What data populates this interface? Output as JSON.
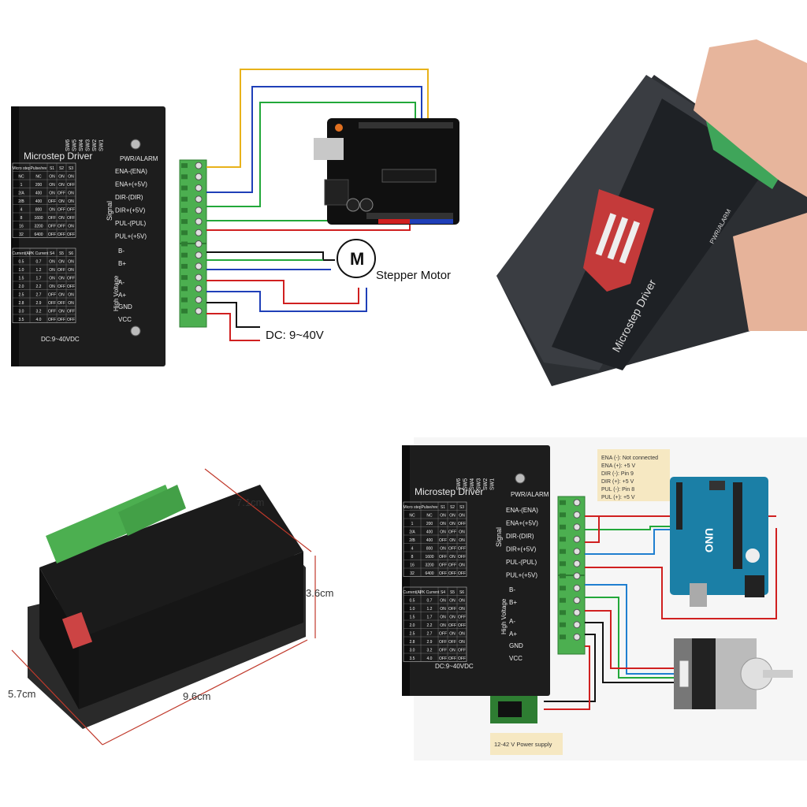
{
  "driver": {
    "title": "Microstep Driver",
    "sw_labels": [
      "SW6",
      "SW5",
      "SW4",
      "SW3",
      "SW2",
      "SW1"
    ],
    "pwr_label": "PWR/ALARM",
    "signal_group": "Signal",
    "hv_group": "High Voltage",
    "signal_pins": [
      "ENA-(ENA)",
      "ENA+(+5V)",
      "DIR-(DIR)",
      "DIR+(+5V)",
      "PUL-(PUL)",
      "PUL+(+5V)"
    ],
    "hv_pins": [
      "B-",
      "B+",
      "A-",
      "A+",
      "GND",
      "VCC"
    ],
    "dc_rating": "DC:9~40VDC",
    "step_table": {
      "headers": [
        "Micro step",
        "Pulse/rev",
        "S1",
        "S2",
        "S3"
      ],
      "rows": [
        [
          "NC",
          "NC",
          "ON",
          "ON",
          "ON"
        ],
        [
          "1",
          "200",
          "ON",
          "ON",
          "OFF"
        ],
        [
          "2/A",
          "400",
          "ON",
          "OFF",
          "ON"
        ],
        [
          "2/B",
          "400",
          "OFF",
          "ON",
          "ON"
        ],
        [
          "4",
          "800",
          "ON",
          "OFF",
          "OFF"
        ],
        [
          "8",
          "1600",
          "OFF",
          "ON",
          "OFF"
        ],
        [
          "16",
          "3200",
          "OFF",
          "OFF",
          "ON"
        ],
        [
          "32",
          "6400",
          "OFF",
          "OFF",
          "OFF"
        ]
      ]
    },
    "current_table": {
      "headers": [
        "Current(A)",
        "PK Current",
        "S4",
        "S5",
        "S6"
      ],
      "rows": [
        [
          "0.5",
          "0.7",
          "ON",
          "ON",
          "ON"
        ],
        [
          "1.0",
          "1.2",
          "ON",
          "OFF",
          "ON"
        ],
        [
          "1.5",
          "1.7",
          "ON",
          "ON",
          "OFF"
        ],
        [
          "2.0",
          "2.2",
          "ON",
          "OFF",
          "OFF"
        ],
        [
          "2.5",
          "2.7",
          "OFF",
          "ON",
          "ON"
        ],
        [
          "2.8",
          "2.9",
          "OFF",
          "OFF",
          "ON"
        ],
        [
          "3.0",
          "3.2",
          "OFF",
          "ON",
          "OFF"
        ],
        [
          "3.5",
          "4.0",
          "OFF",
          "OFF",
          "OFF"
        ]
      ]
    }
  },
  "wiring_top": {
    "motor_symbol": "M",
    "motor_label": "Stepper Motor",
    "dc_label": "DC: 9~40V"
  },
  "dimensions": {
    "length": "9.6cm",
    "top_length": "7.1cm",
    "height": "3.6cm",
    "width": "5.7cm"
  },
  "uno_notes": {
    "lines": [
      "ENA (-): Not connected",
      "ENA (+): +5 V",
      "DIR (-): Pin  9",
      "DIR (+): +5 V",
      "PUL (-): Pin 8",
      "PUL (+): +5 V"
    ],
    "power_supply_label": "12-42 V Power supply",
    "uno_label": "UNO"
  },
  "colors": {
    "wire_yellow": "#e8b21a",
    "wire_blue": "#1f3fb8",
    "wire_green": "#22a83a",
    "wire_red": "#d02020",
    "wire_black": "#111111",
    "terminal_green": "#4caf50",
    "driver_black": "#1a1a1a",
    "uno_blue": "#1b7fa6"
  }
}
